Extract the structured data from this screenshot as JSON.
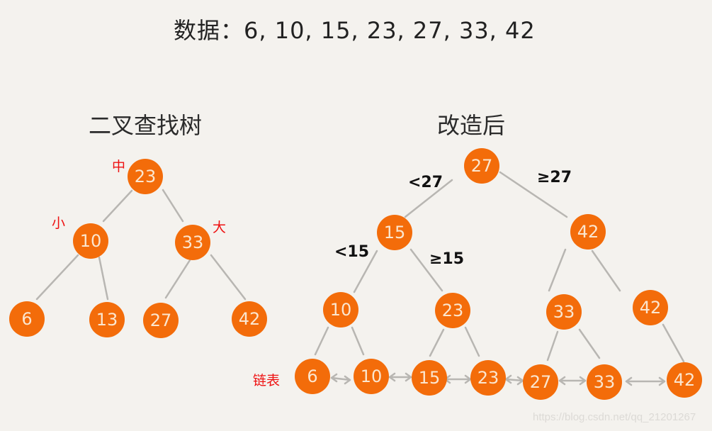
{
  "title": "数据：6, 10, 15, 23, 27, 33, 42",
  "bst": {
    "title": "二叉查找树",
    "labels": {
      "middle": "中",
      "small": "小",
      "large": "大"
    },
    "nodes": [
      "23",
      "10",
      "33",
      "6",
      "13",
      "27",
      "42"
    ]
  },
  "modified": {
    "title": "改造后",
    "edge_labels": {
      "lt27": "<27",
      "ge27": "≥27",
      "lt15": "<15",
      "ge15": "≥15"
    },
    "index_nodes": [
      "27",
      "15",
      "42",
      "10",
      "23",
      "33",
      "42"
    ],
    "linked_list_label": "链表",
    "leaf_nodes": [
      "6",
      "10",
      "15",
      "23",
      "27",
      "33",
      "42"
    ]
  },
  "watermark": "https://blog.csdn.net/qq_21201267",
  "colors": {
    "node": "#f36c0a",
    "node_text": "#fbe6cf",
    "background": "#f4f2ee",
    "edge": "#b8b6b2",
    "annotation": "#ee1111"
  }
}
